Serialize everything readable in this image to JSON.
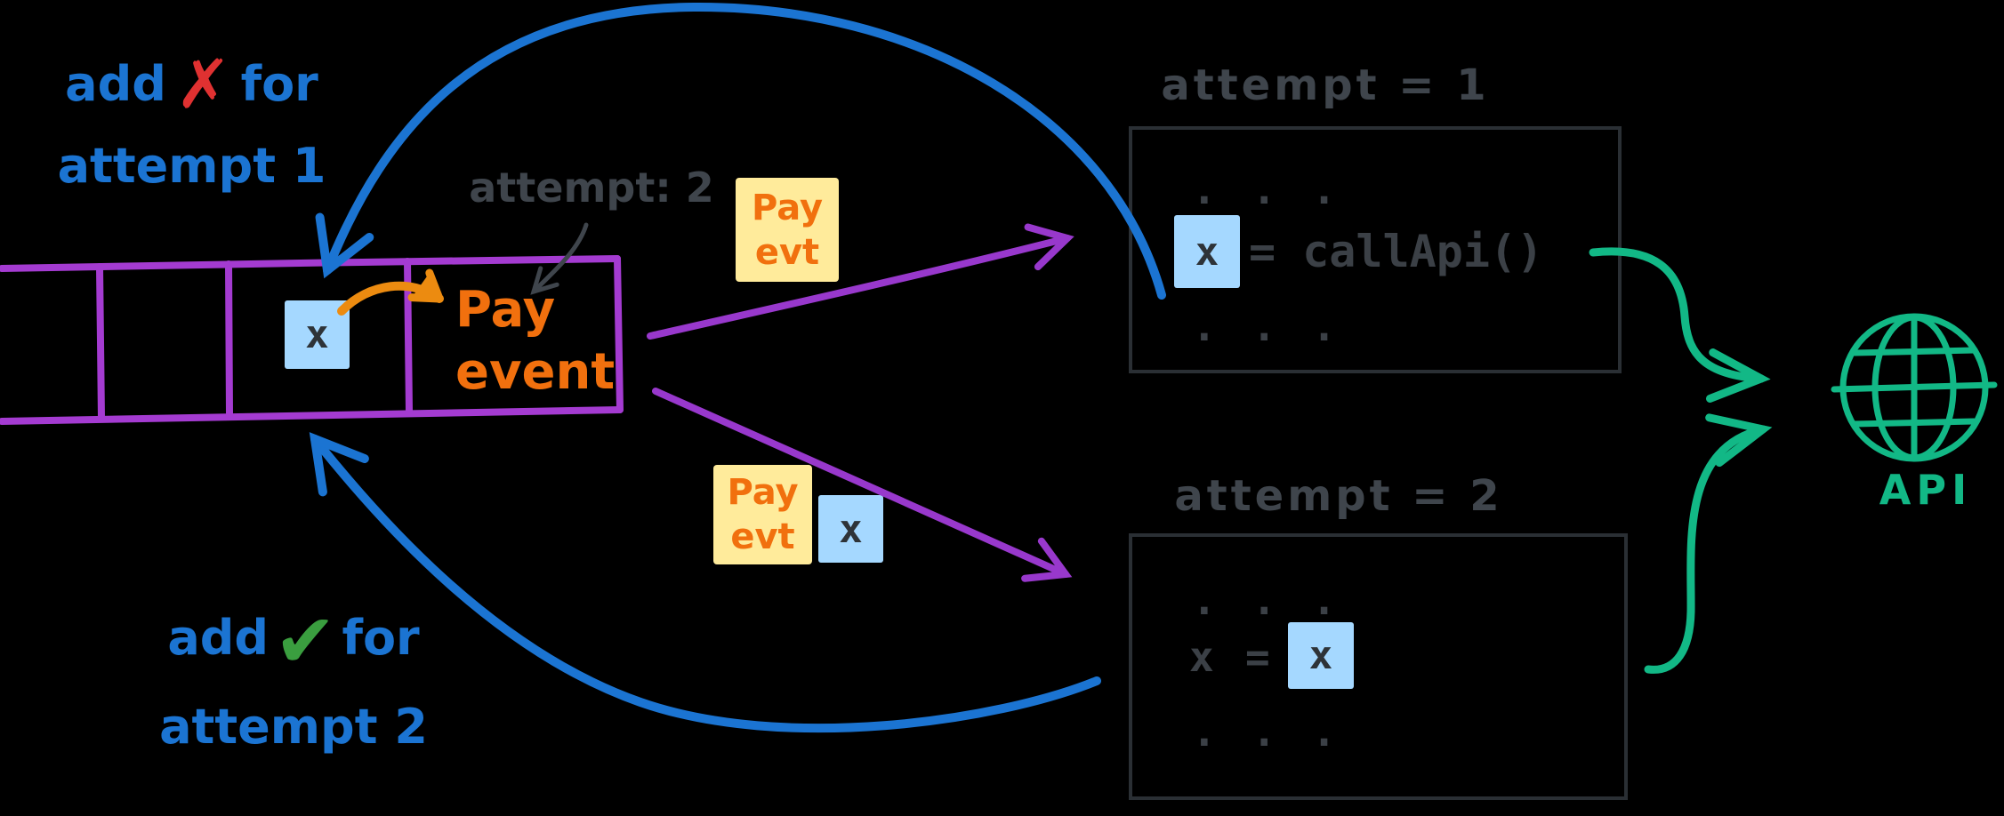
{
  "theme": {
    "background": "#000000",
    "blue": "#1b74d2",
    "red": "#e03131",
    "green": "#3a9e3f",
    "teal": "#12b886",
    "purple_queue": "#a43bd1",
    "purple_arrow": "#9838cc",
    "orange_text": "#f1700e",
    "orange_arrow": "#ec8b10",
    "sticky_yellow": "#ffeb9b",
    "slot_blue": "#a5d8ff",
    "gray_label": "#3f454c",
    "frame_border": "#2a2f34",
    "code_text": "#3b4046",
    "dark_x": "#2e3338"
  },
  "notes": {
    "fail": {
      "word1": "add",
      "mark": "✗",
      "word2": "for",
      "line2": "attempt 1"
    },
    "success": {
      "word1": "add",
      "mark": "✔",
      "word2": "for",
      "line2": "attempt 2"
    }
  },
  "queue": {
    "slot": "x",
    "event_line1": "Pay",
    "event_line2": "event",
    "annotation": "attempt: 2"
  },
  "stickies": {
    "first": {
      "line1": "Pay",
      "line2": "evt"
    },
    "second": {
      "line1": "Pay",
      "line2": "evt",
      "tag": "x"
    }
  },
  "frames": {
    "first": {
      "title": "attempt = 1",
      "dots_top": ". . .",
      "slot": "x",
      "code": "= callApi()",
      "dots_bottom": ". . ."
    },
    "second": {
      "title": "attempt = 2",
      "dots_top": ". . .",
      "code_lhs": "x",
      "code_eq": "=",
      "slot": "x",
      "dots_bottom": ". . ."
    }
  },
  "api": {
    "label": "API"
  }
}
